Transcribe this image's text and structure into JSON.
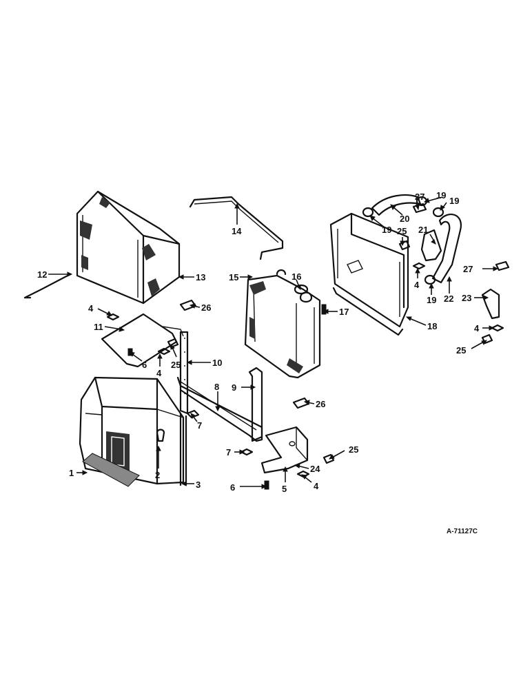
{
  "drawing_code": "A-71127C",
  "callouts": [
    {
      "id": "c1",
      "label": "1"
    },
    {
      "id": "c2",
      "label": "2"
    },
    {
      "id": "c3",
      "label": "3"
    },
    {
      "id": "c4a",
      "label": "4"
    },
    {
      "id": "c4b",
      "label": "4"
    },
    {
      "id": "c4c",
      "label": "4"
    },
    {
      "id": "c4d",
      "label": "4"
    },
    {
      "id": "c4e",
      "label": "4"
    },
    {
      "id": "c5",
      "label": "5"
    },
    {
      "id": "c6a",
      "label": "6"
    },
    {
      "id": "c6b",
      "label": "6"
    },
    {
      "id": "c7a",
      "label": "7"
    },
    {
      "id": "c7b",
      "label": "7"
    },
    {
      "id": "c8",
      "label": "8"
    },
    {
      "id": "c9",
      "label": "9"
    },
    {
      "id": "c10",
      "label": "10"
    },
    {
      "id": "c11",
      "label": "11"
    },
    {
      "id": "c12",
      "label": "12"
    },
    {
      "id": "c13",
      "label": "13"
    },
    {
      "id": "c14",
      "label": "14"
    },
    {
      "id": "c15",
      "label": "15"
    },
    {
      "id": "c16",
      "label": "16"
    },
    {
      "id": "c17",
      "label": "17"
    },
    {
      "id": "c18",
      "label": "18"
    },
    {
      "id": "c19a",
      "label": "19"
    },
    {
      "id": "c19b",
      "label": "19"
    },
    {
      "id": "c19c",
      "label": "19"
    },
    {
      "id": "c19d",
      "label": "19"
    },
    {
      "id": "c20",
      "label": "20"
    },
    {
      "id": "c21",
      "label": "21"
    },
    {
      "id": "c22",
      "label": "22"
    },
    {
      "id": "c23",
      "label": "23"
    },
    {
      "id": "c24",
      "label": "24"
    },
    {
      "id": "c25a",
      "label": "25"
    },
    {
      "id": "c25b",
      "label": "25"
    },
    {
      "id": "c25c",
      "label": "25"
    },
    {
      "id": "c25d",
      "label": "25"
    },
    {
      "id": "c26a",
      "label": "26"
    },
    {
      "id": "c26b",
      "label": "26"
    },
    {
      "id": "c27a",
      "label": "27"
    },
    {
      "id": "c27b",
      "label": "27"
    }
  ]
}
